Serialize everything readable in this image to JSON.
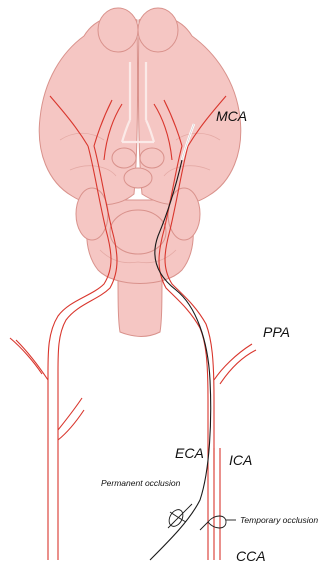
{
  "labels": {
    "mca": "MCA",
    "ppa": "PPA",
    "eca": "ECA",
    "ica": "ICA",
    "cca": "CCA",
    "permanent_occlusion": "Permanent occlusion",
    "temporary_occlusion": "Temporary occlusion"
  },
  "colors": {
    "brain_fill": "#f5c6c3",
    "brain_outline": "#d9928c",
    "artery": "#d9362d",
    "filament": "#1a1a1a",
    "background": "#ffffff"
  }
}
